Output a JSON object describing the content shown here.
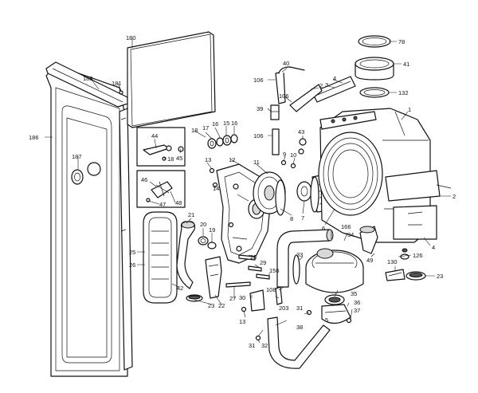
{
  "callouts": [
    "180",
    "188",
    "181",
    "186",
    "187",
    "44",
    "18",
    "45",
    "46",
    "48",
    "47",
    "25",
    "26",
    "42",
    "21",
    "20",
    "19",
    "23",
    "22",
    "17",
    "16",
    "15",
    "16",
    "13",
    "14",
    "12",
    "18",
    "11",
    "9",
    "10",
    "8",
    "7",
    "6",
    "40",
    "106",
    "2",
    "106",
    "39",
    "106",
    "43",
    "1",
    "4",
    "3",
    "78",
    "41",
    "132",
    "2",
    "4",
    "126",
    "49",
    "130",
    "23",
    "33",
    "34",
    "166",
    "28",
    "29",
    "156",
    "108",
    "30",
    "203",
    "27",
    "31",
    "35",
    "36",
    "37",
    "13",
    "38",
    "31",
    "32",
    "5"
  ]
}
